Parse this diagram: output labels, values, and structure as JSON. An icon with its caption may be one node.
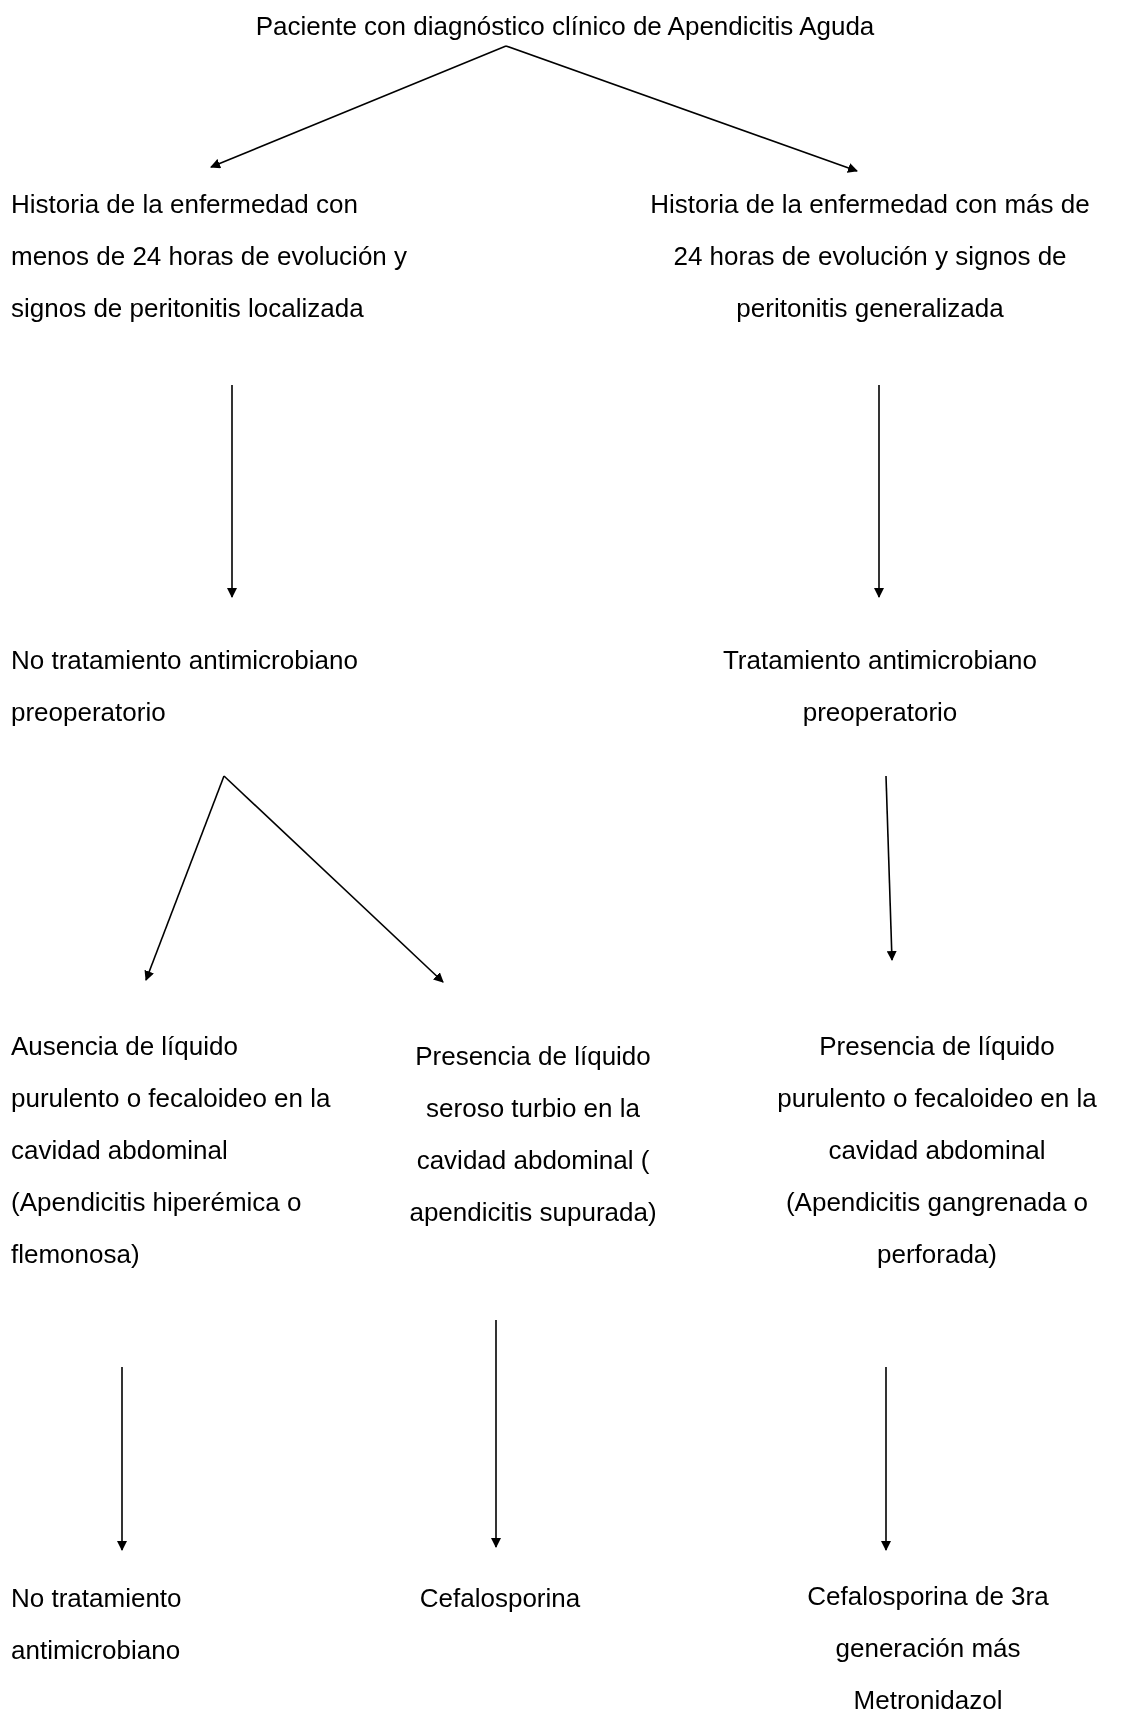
{
  "diagram": {
    "nodes": [
      {
        "text": [
          "Paciente con diagnóstico clínico de Apendicitis Aguda"
        ]
      },
      {
        "text": [
          "Historia de la enfermedad con menos de 24 horas de evolución y signos de peritonitis localizada"
        ]
      },
      {
        "text": [
          "Historia de la enfermedad con más de 24 horas de evolución y signos de peritonitis generalizada"
        ]
      },
      {
        "text": [
          "No tratamiento antimicrobiano preoperatorio"
        ]
      },
      {
        "text": [
          "Tratamiento antimicrobiano preoperatorio"
        ]
      },
      {
        "text": [
          "Ausencia de líquido purulento o fecaloideo en la cavidad abdominal (Apendicitis hiperémica o flemonosa)"
        ]
      },
      {
        "text": [
          "Presencia de líquido seroso turbio en la cavidad abdominal ( apendicitis supurada)"
        ]
      },
      {
        "text": [
          "Presencia de líquido purulento o fecaloideo en la cavidad abdominal (Apendicitis gangrenada o perforada)"
        ]
      },
      {
        "text": [
          "No tratamiento antimicrobiano"
        ]
      },
      {
        "text": [
          "Cefalosporina"
        ]
      },
      {
        "text": [
          "Cefalosporina de 3ra generación más Metronidazol"
        ]
      }
    ],
    "edges": [
      {
        "from": 0,
        "to": 1,
        "arrow": "to"
      },
      {
        "from": 0,
        "to": 2,
        "arrow": "to"
      },
      {
        "from": 1,
        "to": 3,
        "arrow": "to"
      },
      {
        "from": 2,
        "to": 4,
        "arrow": "to"
      },
      {
        "from": 3,
        "to": 5,
        "arrow": "to"
      },
      {
        "from": 3,
        "to": 6,
        "arrow": "to"
      },
      {
        "from": 4,
        "to": 7,
        "arrow": "to"
      },
      {
        "from": 5,
        "to": 8,
        "arrow": "to"
      },
      {
        "from": 6,
        "to": 9,
        "arrow": "to"
      },
      {
        "from": 7,
        "to": 10,
        "arrow": "to"
      }
    ]
  }
}
